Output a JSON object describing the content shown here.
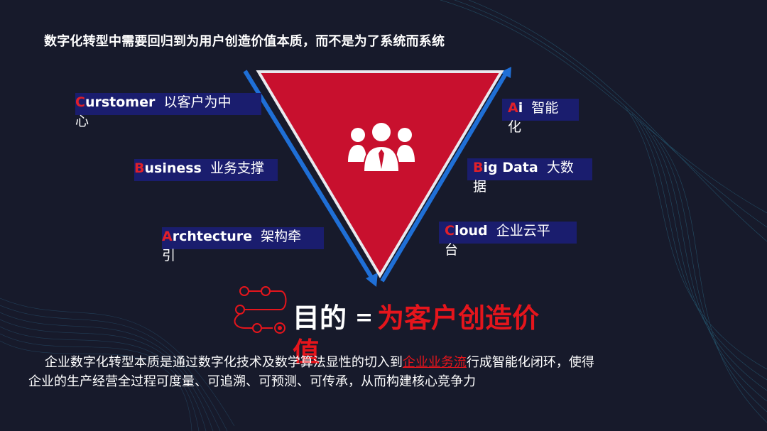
{
  "title": "数字化转型中需要回归到为用户创造价值本质，而不是为了系统而系统",
  "left_labels": [
    {
      "initial": "C",
      "rest": "urstomer",
      "cn1": "以客户为中",
      "cn2": "心"
    },
    {
      "initial": "B",
      "rest": "usiness",
      "cn1": "业务支撑",
      "cn2": ""
    },
    {
      "initial": "A",
      "rest": "rchtecture",
      "cn1": "架构牵",
      "cn2": "引"
    }
  ],
  "right_labels": [
    {
      "initial": "A",
      "rest": "i",
      "cn1": "智能",
      "cn2": "化"
    },
    {
      "initial": "B",
      "rest": "ig Data",
      "cn1": "大数",
      "cn2": "据"
    },
    {
      "initial": "C",
      "rest": "loud",
      "cn1": "企业云平",
      "cn2": "台"
    }
  ],
  "goal": {
    "word": "目的",
    "equals": "=",
    "target_line1": "为客户创造价",
    "target_line2": "值"
  },
  "paragraph": {
    "before": "企业数字化转型本质是通过数字化技术及数学算法显性的切入到",
    "highlight": "企业业务流",
    "after": "行成智能化闭环，使得",
    "line2": "企业的生产经营全过程可度量、可追溯、可预测、可传承，从而构建核心竞争力"
  },
  "colors": {
    "background": "#171a2b",
    "triangle": "#c8102e",
    "arrow": "#1f6fd6",
    "label_box": "#1a1d6e",
    "accent_red": "#e5151c"
  },
  "icons": [
    "users-group-icon",
    "circuit-route-icon"
  ]
}
